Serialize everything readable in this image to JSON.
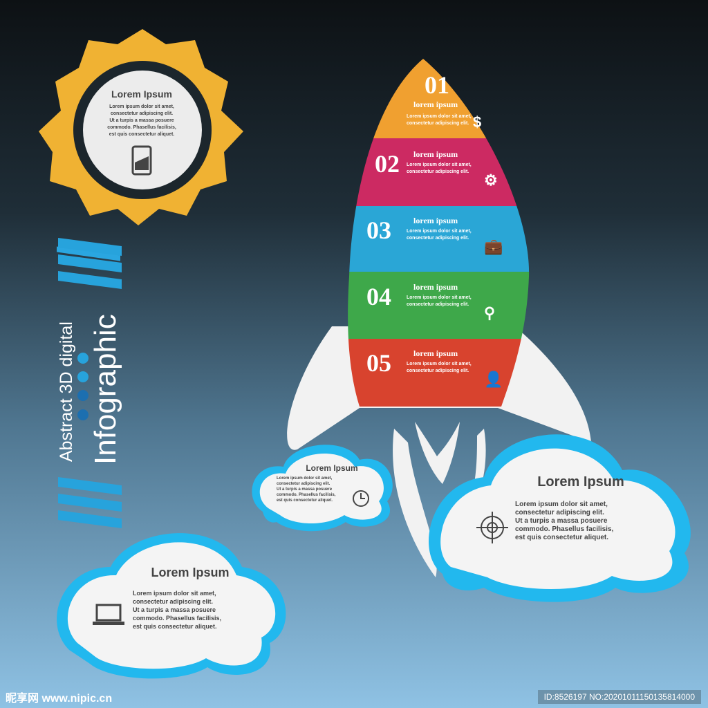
{
  "badge": {
    "title": "Lorem Ipsum",
    "text": [
      "Lorem ipsum dolor sit amet,",
      "consectetur adipiscing elit.",
      "Ut a turpis a massa posuere",
      "commodo. Phasellus facilisis,",
      "est quis consectetur aliquet."
    ],
    "icon": "smartphone-icon"
  },
  "side": {
    "line1": "Abstract 3D digital",
    "line2": "Infographic"
  },
  "rocket": {
    "segments": [
      {
        "num": "01",
        "title": "lorem ipsum",
        "desc": [
          "Lorem ipsum dolor sit amet,",
          "consectetur adipiscing elit."
        ],
        "icon": "dollar-icon",
        "glyph": "$",
        "color": "#f0a030"
      },
      {
        "num": "02",
        "title": "lorem ipsum",
        "desc": [
          "Lorem ipsum dolor sit amet,",
          "consectetur adipiscing elit."
        ],
        "icon": "gears-icon",
        "glyph": "⚙",
        "color": "#cc2a62"
      },
      {
        "num": "03",
        "title": "lorem ipsum",
        "desc": [
          "Lorem ipsum dolor sit amet,",
          "consectetur adipiscing elit."
        ],
        "icon": "briefcase-icon",
        "glyph": "💼",
        "color": "#2aa6d6"
      },
      {
        "num": "04",
        "title": "lorem ipsum",
        "desc": [
          "Lorem ipsum dolor sit amet,",
          "consectetur adipiscing elit."
        ],
        "icon": "magnifier-icon",
        "glyph": "⚲",
        "color": "#3ea84a"
      },
      {
        "num": "05",
        "title": "lorem ipsum",
        "desc": [
          "Lorem ipsum dolor sit amet,",
          "consectetur adipiscing elit."
        ],
        "icon": "person-icon",
        "glyph": "👤",
        "color": "#d8432e"
      }
    ]
  },
  "clouds": {
    "small": {
      "title": "Lorem Ipsum",
      "text": [
        "Lorem ipsum dolor sit amet,",
        "consectetur adipiscing elit.",
        "Ut a turpis a massa posuere",
        "commodo. Phasellus facilisis,",
        "est quis consectetur aliquet."
      ],
      "icon": "clock-icon"
    },
    "right": {
      "title": "Lorem Ipsum",
      "text": [
        "Lorem ipsum dolor sit amet,",
        "consectetur adipiscing elit.",
        "Ut a turpis a massa posuere",
        "commodo. Phasellus facilisis,",
        "est quis consectetur aliquet."
      ],
      "icon": "target-icon"
    },
    "left": {
      "title": "Lorem Ipsum",
      "text": [
        "Lorem ipsum dolor sit amet,",
        "consectetur adipiscing elit.",
        "Ut a turpis a massa posuere",
        "commodo. Phasellus facilisis,",
        "est quis consectetur aliquet."
      ],
      "icon": "laptop-icon"
    }
  },
  "watermark": "昵享网 www.nipic.cn",
  "image_id": "ID:8526197 NO:20201011150135814000"
}
